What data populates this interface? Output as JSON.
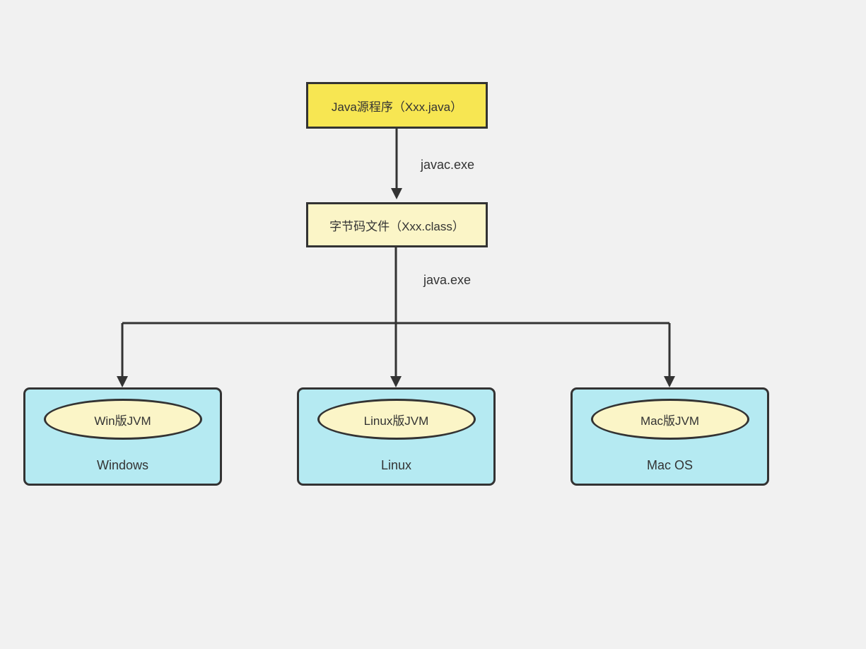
{
  "diagram": {
    "title_implicit": "Java cross-platform execution flow",
    "colors": {
      "background": "#f1f1f1",
      "stroke": "#333333",
      "source_fill": "#f7e652",
      "bytecode_fill": "#fbf5c7",
      "os_fill": "#b5eaf2",
      "jvm_ellipse_fill": "#fbf5c7",
      "text": "#333333"
    },
    "nodes": {
      "source": {
        "label": "Java源程序（Xxx.java）"
      },
      "bytecode": {
        "label": "字节码文件（Xxx.class）"
      },
      "windows": {
        "jvm_label": "Win版JVM",
        "os_label": "Windows"
      },
      "linux": {
        "jvm_label": "Linux版JVM",
        "os_label": "Linux"
      },
      "mac": {
        "jvm_label": "Mac版JVM",
        "os_label": "Mac OS"
      }
    },
    "edges": {
      "compile_label": "javac.exe",
      "run_label": "java.exe"
    }
  }
}
